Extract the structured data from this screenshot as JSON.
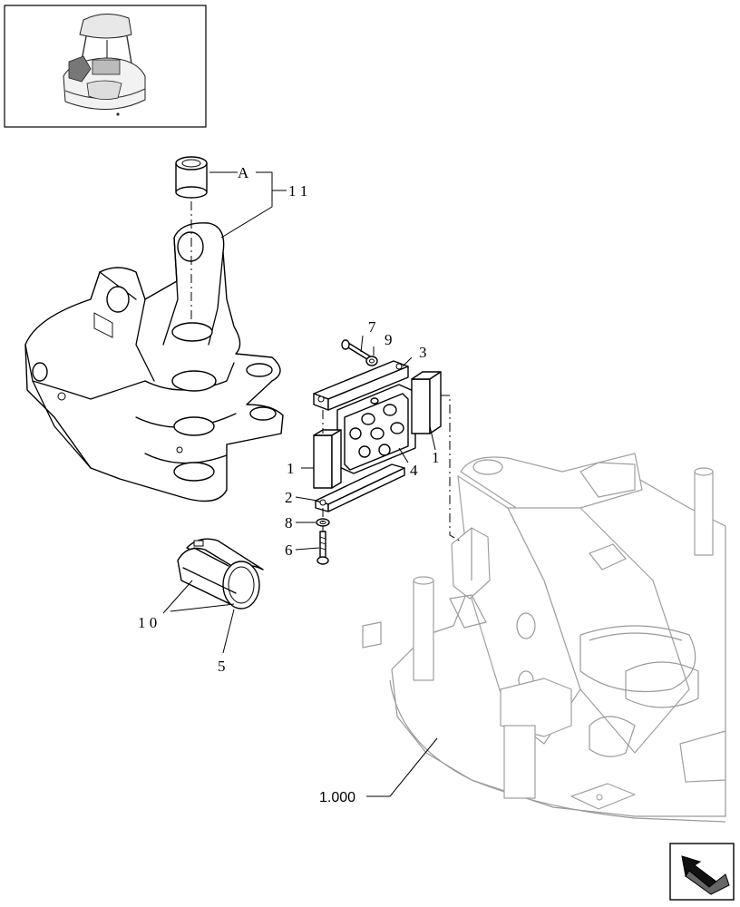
{
  "callouts": {
    "c7": "7",
    "c9": "9",
    "c3": "3",
    "c4": "4",
    "c1_left": "1",
    "c1_right": "1",
    "c2": "2",
    "c8": "8",
    "c6": "6",
    "c11": "1 1",
    "cA": "A",
    "c10": "1 0",
    "c5": "5"
  },
  "reference": {
    "label": "1.000"
  },
  "nav": {
    "icon": "return-arrow-icon"
  }
}
